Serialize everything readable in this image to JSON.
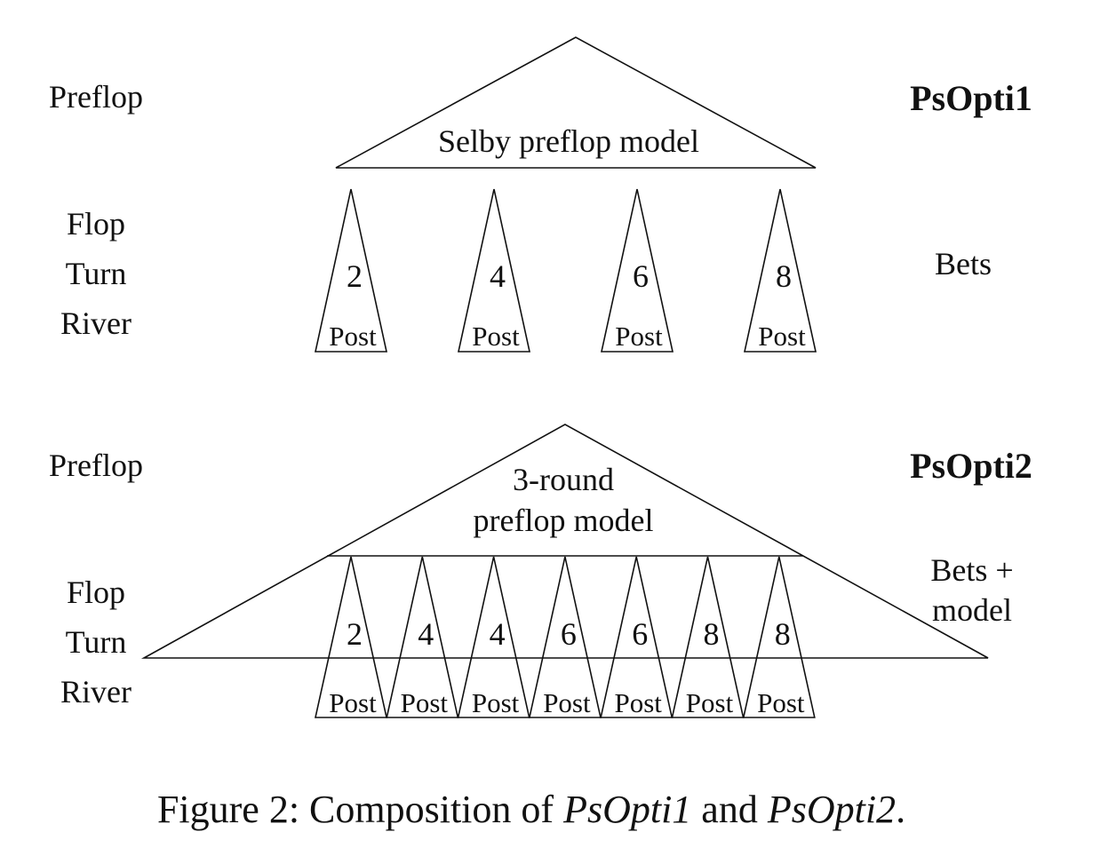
{
  "top": {
    "round_labels": {
      "preflop": "Preflop",
      "flop": "Flop",
      "turn": "Turn",
      "river": "River"
    },
    "program_name": "PsOpti1",
    "preflop_model": "Selby preflop model",
    "side_label": "Bets",
    "subtrees": [
      {
        "bets": "2",
        "post": "Post"
      },
      {
        "bets": "4",
        "post": "Post"
      },
      {
        "bets": "6",
        "post": "Post"
      },
      {
        "bets": "8",
        "post": "Post"
      }
    ]
  },
  "bottom": {
    "round_labels": {
      "preflop": "Preflop",
      "flop": "Flop",
      "turn": "Turn",
      "river": "River"
    },
    "program_name": "PsOpti2",
    "preflop_model_line1": "3-round",
    "preflop_model_line2": "preflop model",
    "side_label_line1": "Bets +",
    "side_label_line2": "model",
    "subtrees": [
      {
        "bets": "2",
        "post": "Post"
      },
      {
        "bets": "4",
        "post": "Post"
      },
      {
        "bets": "4",
        "post": "Post"
      },
      {
        "bets": "6",
        "post": "Post"
      },
      {
        "bets": "6",
        "post": "Post"
      },
      {
        "bets": "8",
        "post": "Post"
      },
      {
        "bets": "8",
        "post": "Post"
      }
    ]
  },
  "caption": {
    "prefix": "Figure 2: Composition of ",
    "name1": "PsOpti1",
    "middle": " and ",
    "name2": "PsOpti2",
    "suffix": "."
  }
}
